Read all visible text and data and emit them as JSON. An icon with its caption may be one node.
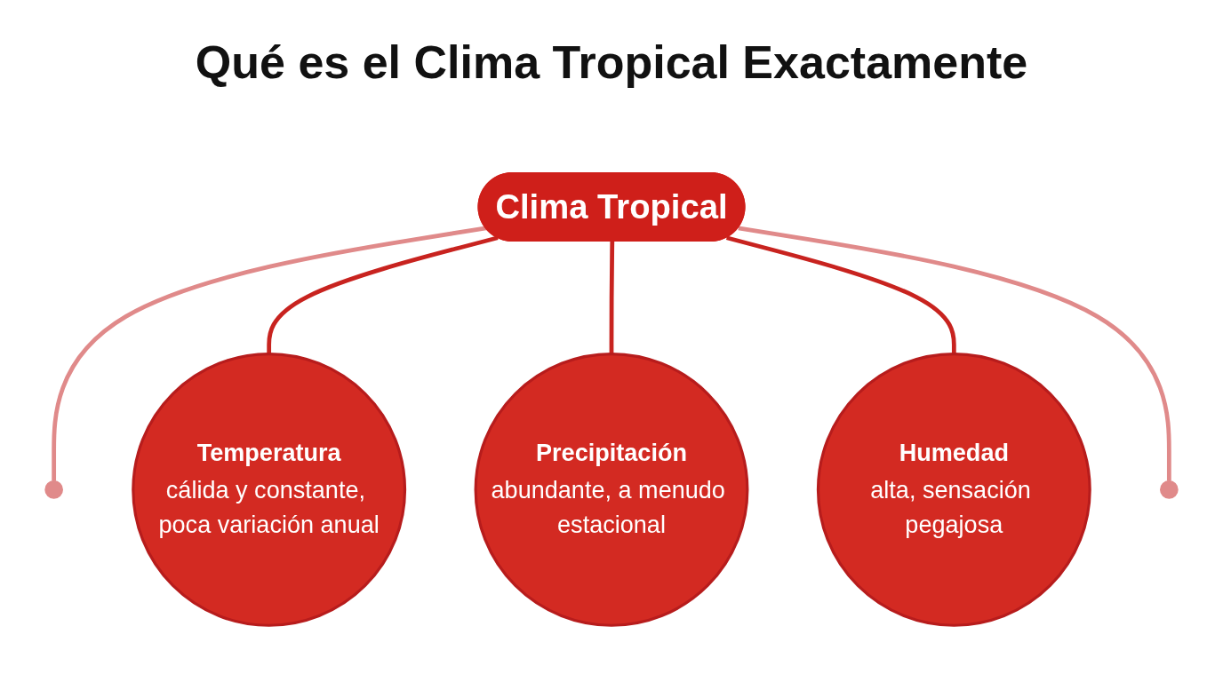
{
  "diagram": {
    "title": "Qué es el Clima Tropical Exactamente",
    "nodes": [
      {
        "text": [],
        "shape": "circle"
      },
      {
        "text": [
          "Clima Tropical"
        ]
      },
      {
        "text": [],
        "shape": "circle"
      },
      {
        "text": [
          "Temperatura",
          "cálida y constante, poca variación anual"
        ]
      },
      {
        "text": [
          "Precipitación",
          "abundante, a menudo estacional"
        ]
      },
      {
        "text": [
          "Humedad",
          "alta, sensación pegajosa"
        ]
      }
    ],
    "edges": [
      {
        "from": 1,
        "to": 0,
        "arrow": "none",
        "color": "#e08a8a"
      },
      {
        "from": 1,
        "to": 3,
        "arrow": "none"
      },
      {
        "from": 1,
        "to": 4,
        "arrow": "none"
      },
      {
        "from": 1,
        "to": 5,
        "arrow": "none"
      },
      {
        "from": 1,
        "to": 2,
        "arrow": "none",
        "color": "#e08a8a"
      }
    ]
  }
}
